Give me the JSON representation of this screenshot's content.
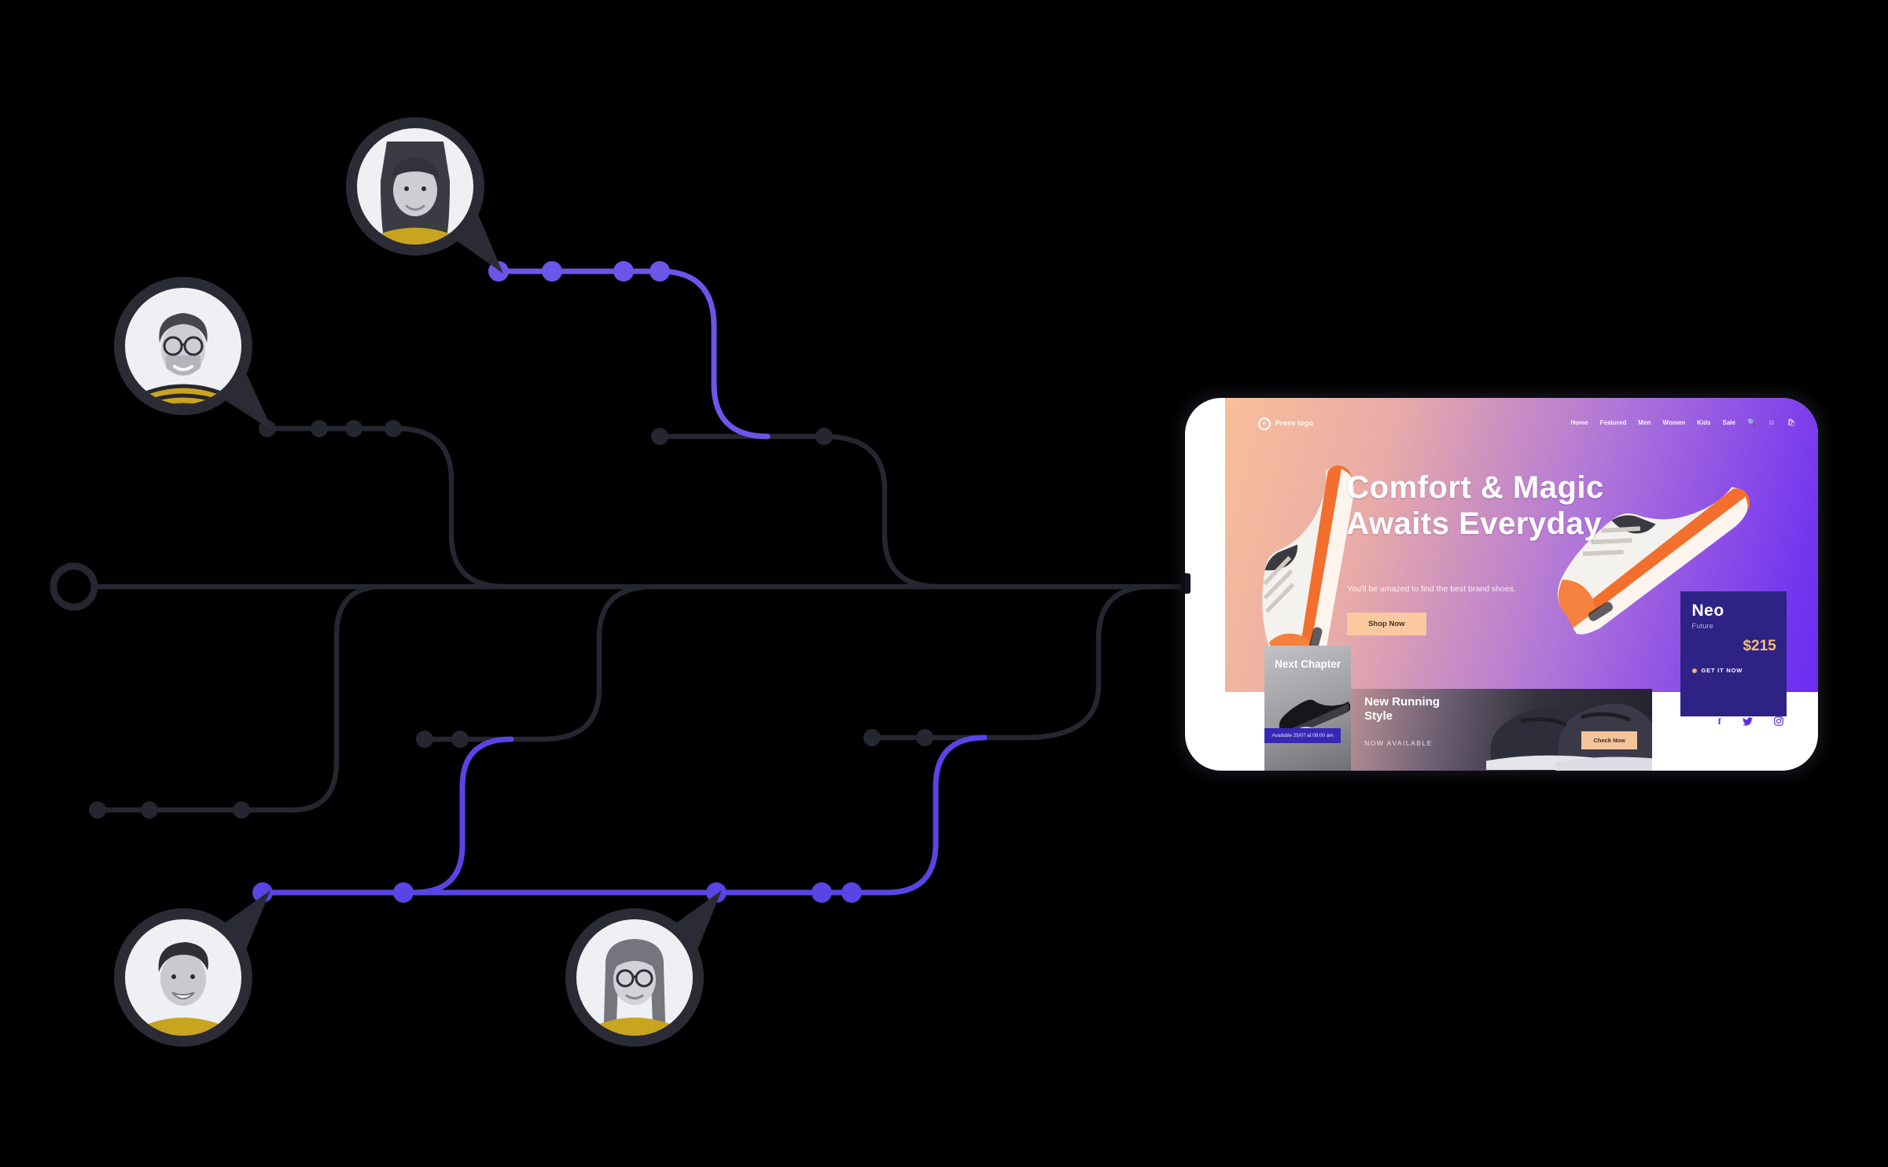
{
  "diagram": {
    "line_colors": {
      "dark": "#262631",
      "purple_top": "#6c55e9",
      "purple_bottom": "#5a44e5",
      "ring": "#2b2b36"
    },
    "avatars": [
      {
        "id": "avatar-1",
        "description": "smiling-woman-dark-bangs-yellow-top"
      },
      {
        "id": "avatar-2",
        "description": "man-glasses-beard-striped-shirt"
      },
      {
        "id": "avatar-3",
        "description": "laughing-woman-short-hair-yellow-top"
      },
      {
        "id": "avatar-4",
        "description": "woman-round-glasses-yellow-top"
      }
    ]
  },
  "mockup": {
    "logo_text": "Press logo",
    "nav": [
      "Home",
      "Featured",
      "Men",
      "Women",
      "Kids",
      "Sale"
    ],
    "nav_icons": [
      "search-icon",
      "user-icon",
      "bag-icon"
    ],
    "hero": {
      "title_line1": "Comfort & Magic",
      "title_line2": "Awaits Everyday",
      "subtitle": "You'll be amazed to find the best brand shoes.",
      "cta": "Shop Now"
    },
    "product_card": {
      "name": "Neo",
      "line": "Future",
      "price": "$215",
      "cta": "GET IT NOW"
    },
    "next_chapter": {
      "title": "Next Chapter",
      "availability": "Available 25/07 at 09:00 am"
    },
    "running": {
      "title_line1": "New Running",
      "title_line2": "Style",
      "status": "NOW AVAILABLE",
      "cta": "Check Now"
    },
    "social": [
      "facebook-icon",
      "twitter-icon",
      "instagram-icon"
    ],
    "colors": {
      "card": "#2e2284",
      "price": "#f4bc80",
      "button": "#fbc9a0",
      "strip": "#3a26b5",
      "accent_purple": "#5b2fd8"
    }
  }
}
